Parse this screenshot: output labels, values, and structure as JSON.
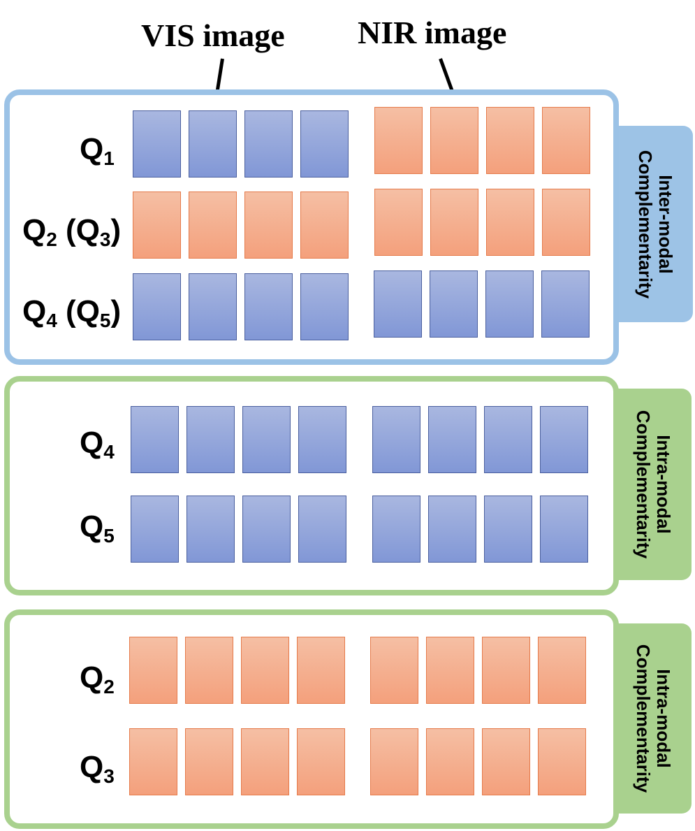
{
  "headers": {
    "vis": "VIS image",
    "nir": "NIR image"
  },
  "panels": [
    {
      "tab": [
        "Inter-modal",
        "Complementarity"
      ]
    },
    {
      "tab": [
        "Intra-modal",
        "Complementarity"
      ]
    },
    {
      "tab": [
        "Intra-modal",
        "Complementarity"
      ]
    }
  ],
  "rows": [
    {
      "q": "1",
      "extra": "",
      "vis": "blue",
      "nir": "orange"
    },
    {
      "q": "2",
      "extra": "3",
      "vis": "orange",
      "nir": "orange"
    },
    {
      "q": "4",
      "extra": "5",
      "vis": "blue",
      "nir": "blue"
    },
    {
      "q": "4",
      "extra": "",
      "vis": "blue",
      "nir": "blue"
    },
    {
      "q": "5",
      "extra": "",
      "vis": "blue",
      "nir": "blue"
    },
    {
      "q": "2",
      "extra": "",
      "vis": "orange",
      "nir": "orange"
    },
    {
      "q": "3",
      "extra": "",
      "vis": "orange",
      "nir": "orange"
    }
  ],
  "colors": {
    "blue": "#8fa3dc",
    "orange": "#f5ac8b",
    "inter_border": "#9bc2e6",
    "intra_border": "#a9d18e"
  }
}
